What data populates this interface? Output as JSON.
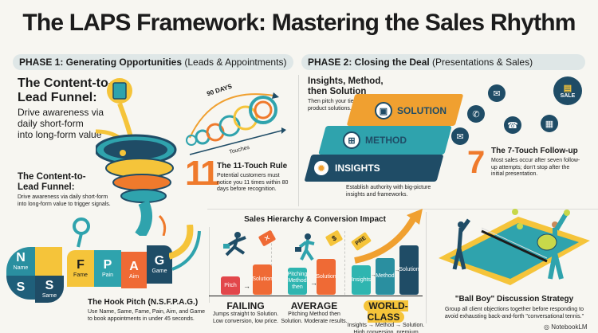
{
  "title": "The LAPS Framework: Mastering the Sales Rhythm",
  "phase1": {
    "label_bold": "PHASE 1:  Generating Opportunities",
    "label_rest": " (Leads & Appointments)",
    "funnel_main": {
      "heading_line1": "The Content-to-",
      "heading_line2": "Lead Funnel:",
      "text_line1": "Drive awareness via",
      "text_line2": "daily short-form",
      "text_line3": "into long-form value"
    },
    "funnel_secondary": {
      "heading_line1": "The Content-to-",
      "heading_line2": "Lead Funnel:",
      "text_line1": "Drive awareness via daily short-form",
      "text_line2": "into long-form value to trigger signals."
    },
    "eleven_touch": {
      "arc_label": "90 DAYS",
      "axis_label": "Touches",
      "number": "11",
      "heading": "The 11-Touch Rule",
      "text_line1": "Potential customers must",
      "text_line2": "notice you 11 times within 80",
      "text_line3": "days before recognition."
    },
    "hook_pitch": {
      "segments": [
        {
          "letter": "N",
          "word": "Name",
          "color": "#2a8fa0"
        },
        {
          "letter": "S",
          "word": "",
          "color": "#1f5f7a"
        },
        {
          "letter": "S",
          "word": "Same",
          "color": "#1f4c66"
        },
        {
          "letter": "F",
          "word": "Fame",
          "color": "#f5c43a"
        },
        {
          "letter": "P",
          "word": "Pain",
          "color": "#2fa3ad"
        },
        {
          "letter": "A",
          "word": "Aim",
          "color": "#ef6a35"
        },
        {
          "letter": "G",
          "word": "Game",
          "color": "#1f4c66"
        }
      ],
      "heading": "The Hook Pitch (N.S.F.P.A.G.)",
      "text_line1": "Use Name, Same, Fame, Pain, Aim, and Game",
      "text_line2": "to book appointments in under 45 seconds."
    }
  },
  "phase2": {
    "label_bold": "PHASE 2: Closing the Deal",
    "label_rest": " (Presentations & Sales)",
    "ims": {
      "heading_line1": "Insights, Method,",
      "heading_line2": "then Solution",
      "text_line1": "Then pitch your tiered",
      "text_line2": "product solutions.",
      "steps": [
        "SOLUTION",
        "METHOD",
        "INSIGHTS"
      ],
      "footer_line1": "Establish authority with big-picture",
      "footer_line2": "insights and frameworks."
    },
    "seven_touch": {
      "sale_badge": "SALE",
      "number": "7",
      "heading": "The 7-Touch Follow-up",
      "text_line1": "Most sales occur after seven follow-",
      "text_line2": "up attempts; don't stop after the",
      "text_line3": "initial presentation."
    }
  },
  "hierarchy": {
    "title": "Sales Hierarchy & Conversion Impact",
    "tiers": [
      {
        "name": "FAILING",
        "tag": "✕",
        "bars": [
          {
            "label": "Pitch",
            "color": "#e2474b"
          },
          {
            "label": "Solution",
            "color": "#ef6a35"
          }
        ],
        "desc_line1": "Jumps straight to Solution.",
        "desc_line2": "Low conversion, low price."
      },
      {
        "name": "AVERAGE",
        "tag": "$",
        "bars": [
          {
            "label": "Pitching Method then",
            "color": "#2fb5b0"
          },
          {
            "label": "Solution",
            "color": "#ef6a35"
          }
        ],
        "desc_line1": "Pitching Method then",
        "desc_line2": "Solution. Moderate results."
      },
      {
        "name": "WORLD-CLASS",
        "tag": "PRE",
        "bars": [
          {
            "label": "Insights",
            "color": "#2fb5b0"
          },
          {
            "label": "Method",
            "color": "#2a8fa0"
          },
          {
            "label": "Solution",
            "color": "#1f4c66"
          }
        ],
        "desc_line1": "Insights → Method → Solution.",
        "desc_line2": "High conversion, premium price."
      }
    ]
  },
  "ball_boy": {
    "heading": "\"Ball Boy\" Discussion Strategy",
    "text_line1": "Group all client objections together before responding to",
    "text_line2": "avoid exhausting back-and-forth \"conversational tennis.\""
  },
  "watermark": "NotebookLM",
  "colors": {
    "teal": "#2fa3ad",
    "navy": "#1f4c66",
    "orange": "#ef7a2c",
    "yellow": "#f5c43a",
    "red": "#e2474b"
  }
}
